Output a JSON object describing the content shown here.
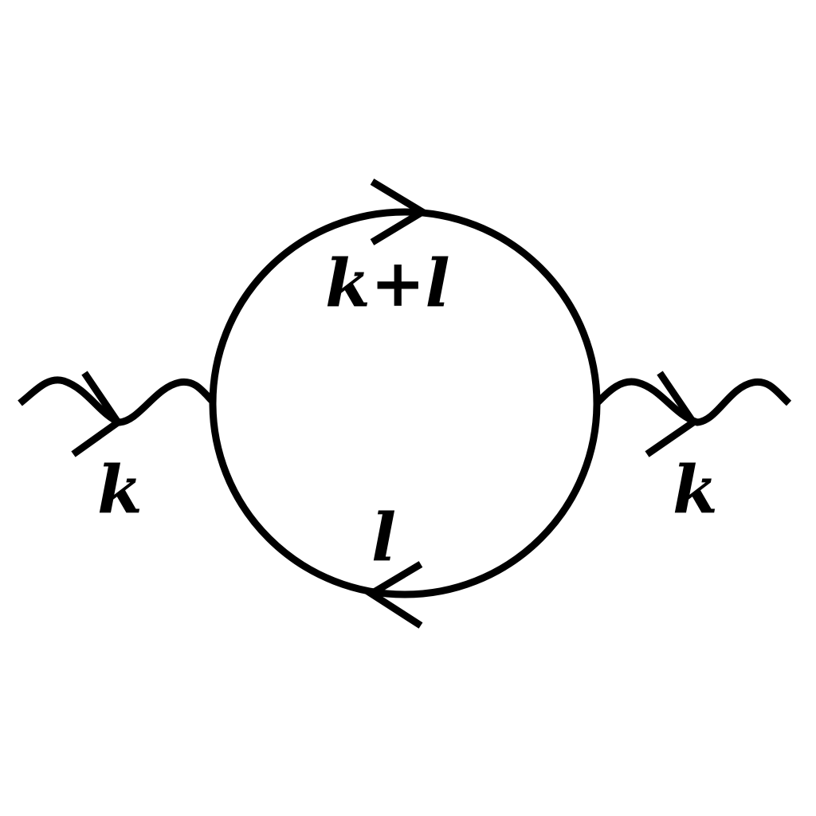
{
  "diagram": {
    "colors": {
      "background": "#ffffff",
      "ink": "#000000"
    },
    "labels": {
      "top_momentum": "k+l",
      "bottom_momentum": "l",
      "left_momentum": "k",
      "right_momentum": "k"
    }
  }
}
